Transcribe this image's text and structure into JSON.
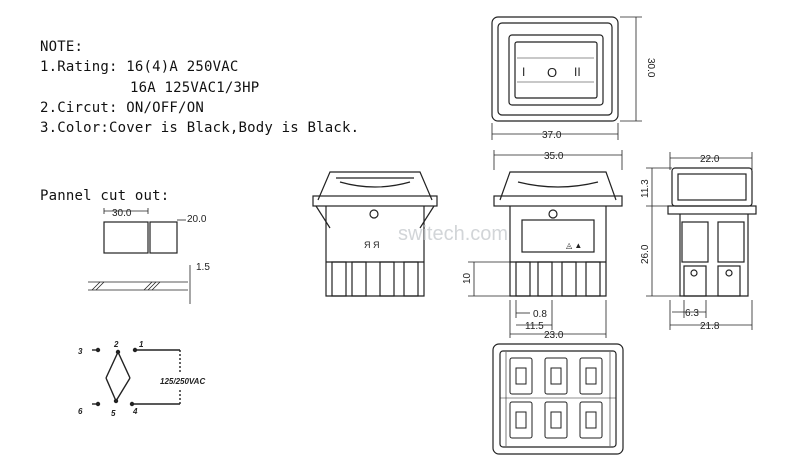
{
  "notes": {
    "heading": "NOTE:",
    "rating_line1": "1.Rating: 16(4)A 250VAC",
    "rating_line2": "16A 125VAC1/3HP",
    "circuit": "2.Circut: ON/OFF/ON",
    "color": "3.Color:Cover is Black,Body is Black."
  },
  "panel_cutout": {
    "label": "Pannel cut out:",
    "width": "30.0",
    "height": "20.0",
    "thickness": "1.5"
  },
  "wiring": {
    "terminals": [
      "3",
      "2",
      "1",
      "6",
      "5",
      "4"
    ],
    "voltage": "125/250VAC"
  },
  "front_view": {
    "height": "30.0",
    "width": "37.0",
    "symbols": [
      "I",
      "O",
      "II"
    ]
  },
  "side_view": {
    "body_width": "35.0",
    "pin_height": "10",
    "pin_width": "0.8",
    "pin_pitch": "11.5",
    "overall_width": "23.0",
    "watermark": "switech.com"
  },
  "end_view": {
    "width": "22.0",
    "top_height": "11.3",
    "body_height": "26.0",
    "terminal_width": "6.3",
    "overall_width": "21.8"
  }
}
